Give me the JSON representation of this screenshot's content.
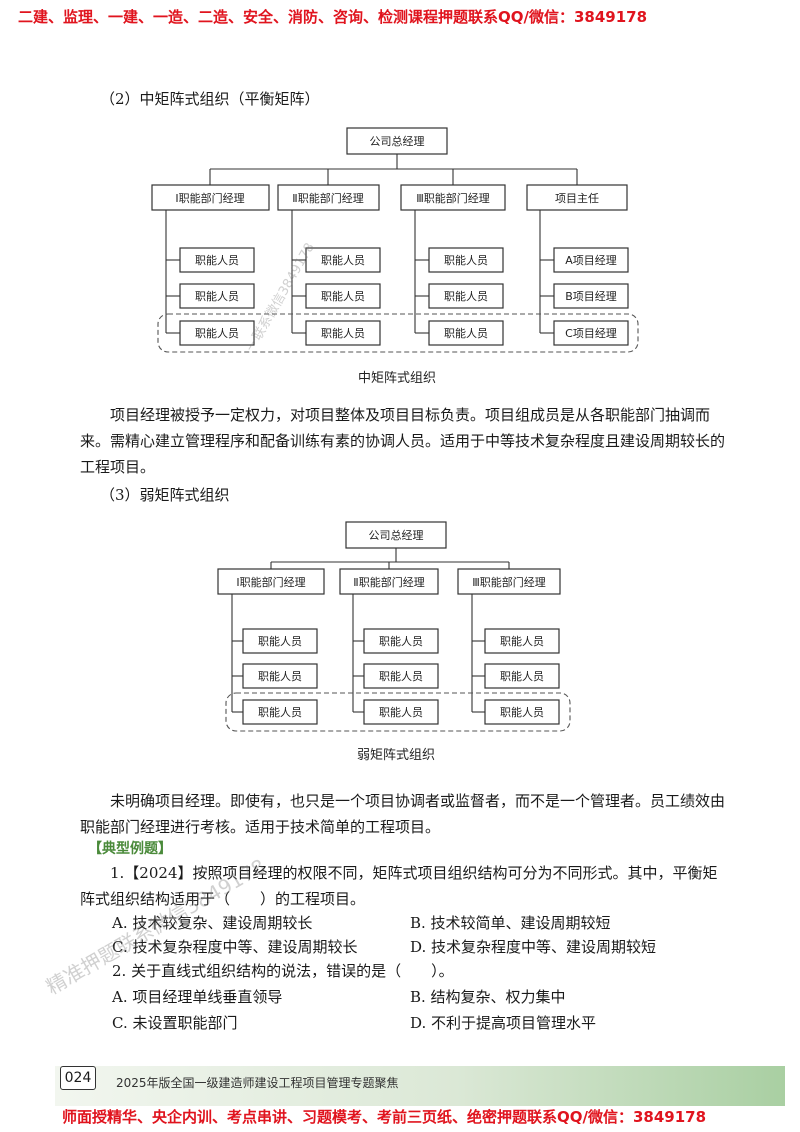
{
  "header_banner": "二建、监理、一建、一造、二造、安全、消防、咨询、检测课程押题联系QQ/微信：3849178",
  "section2_title": "（2）中矩阵式组织（平衡矩阵）",
  "diagram1": {
    "top": "公司总经理",
    "heads": [
      "Ⅰ职能部门经理",
      "Ⅱ职能部门经理",
      "Ⅲ职能部门经理",
      "项目主任"
    ],
    "staff": "职能人员",
    "pm": [
      "A项目经理",
      "B项目经理",
      "C项目经理"
    ],
    "caption": "中矩阵式组织"
  },
  "para2": "项目经理被授予一定权力，对项目整体及项目目标负责。项目组成员是从各职能部门抽调而来。需精心建立管理程序和配备训练有素的协调人员。适用于中等技术复杂程度且建设周期较长的工程项目。",
  "section3_title": "（3）弱矩阵式组织",
  "diagram2": {
    "top": "公司总经理",
    "heads": [
      "Ⅰ职能部门经理",
      "Ⅱ职能部门经理",
      "Ⅲ职能部门经理"
    ],
    "staff": "职能人员",
    "caption": "弱矩阵式组织"
  },
  "para3": "未明确项目经理。即使有，也只是一个项目协调者或监督者，而不是一个管理者。员工绩效由职能部门经理进行考核。适用于技术简单的工程项目。",
  "example_tag": "【典型例题】",
  "q1_stem": "1.【2024】按照项目经理的权限不同，矩阵式项目组织结构可分为不同形式。其中，平衡矩阵式组织结构适用于（　　）的工程项目。",
  "q1_options": [
    "A. 技术较复杂、建设周期较长",
    "B. 技术较简单、建设周期较短",
    "C. 技术复杂程度中等、建设周期较长",
    "D. 技术复杂程度中等、建设周期较短"
  ],
  "q2_stem": "2. 关于直线式组织结构的说法，错误的是（　　）。",
  "q2_options": [
    "A. 项目经理单线垂直领导",
    "B. 结构复杂、权力集中",
    "C. 未设置职能部门",
    "D. 不利于提高项目管理水平"
  ],
  "watermark1": "一联系微信3849178",
  "watermark2": "精准押题联系微信3849178",
  "page_number": "024",
  "footer_title": "2025年版全国一级建造师建设工程项目管理专题聚焦",
  "footer_banner": "师面授精华、央企内训、考点串讲、习题模考、考前三页纸、绝密押题联系QQ/微信：3849178"
}
